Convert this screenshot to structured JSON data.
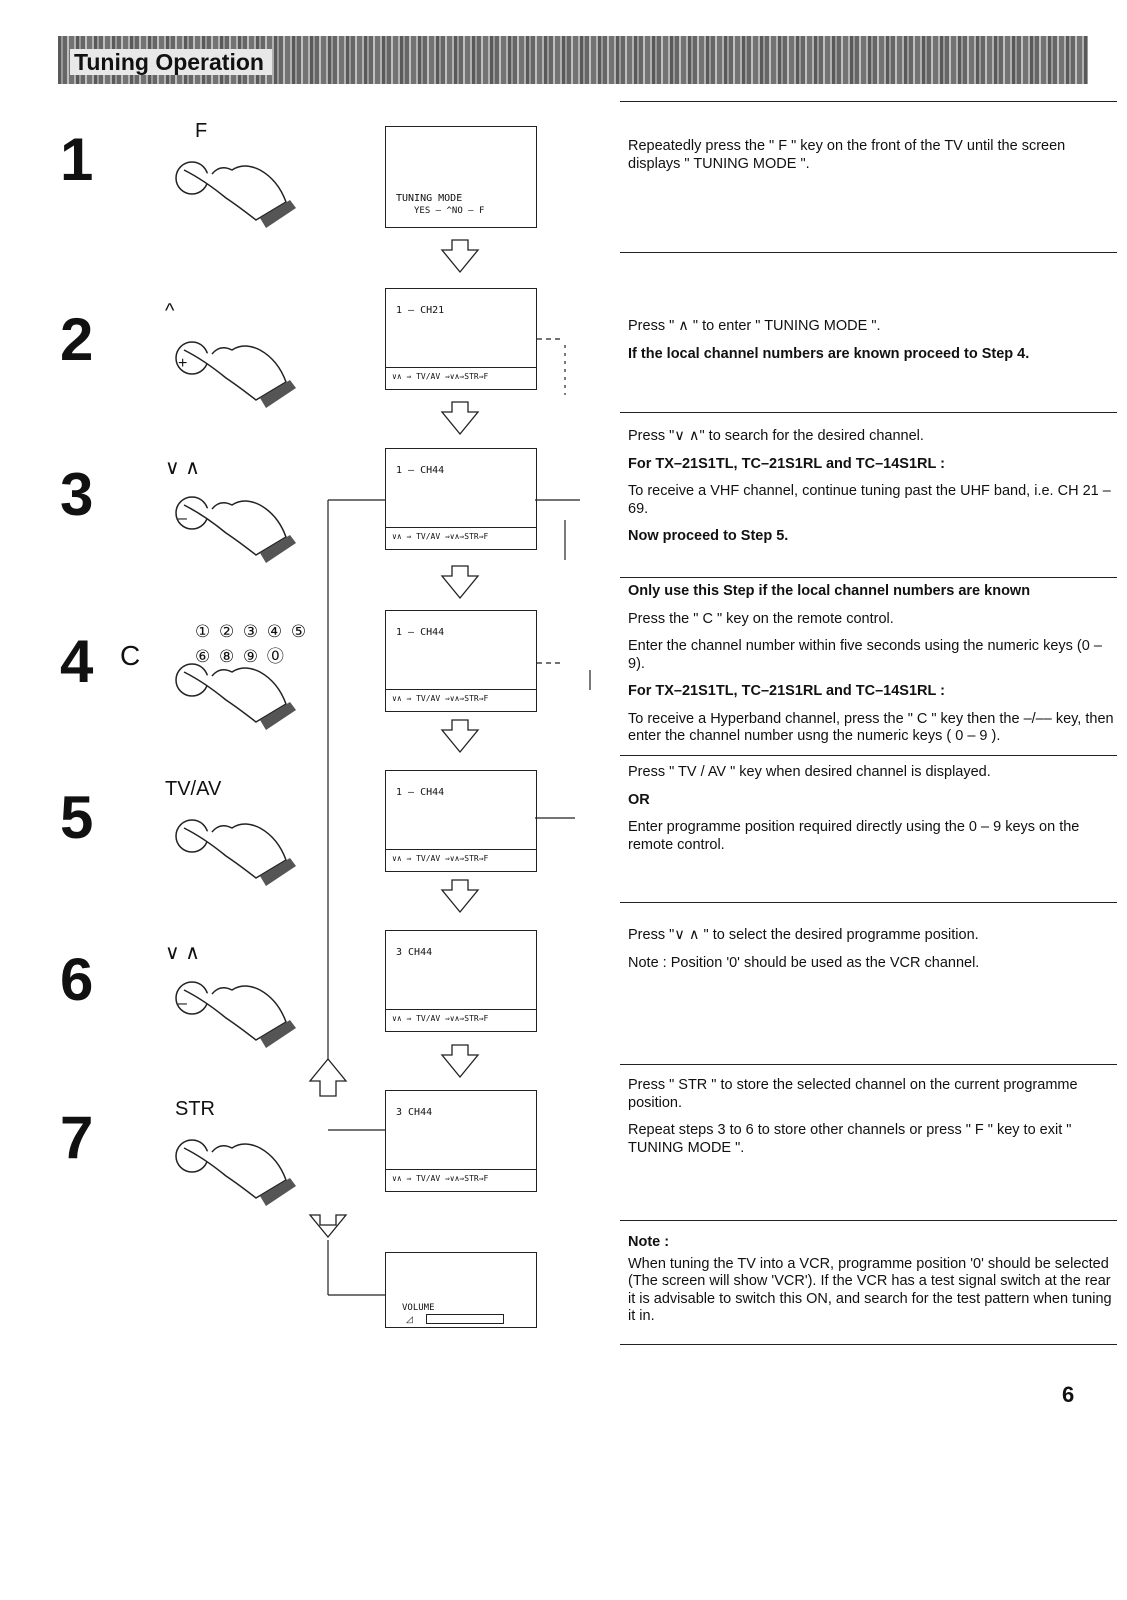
{
  "header": {
    "title": "Tuning Operation"
  },
  "steps": [
    {
      "num": "1",
      "key_label": "F",
      "sub_label": "",
      "screen": {
        "l1": "TUNING MODE",
        "l2": "YES – ^NO – F"
      },
      "paras": [
        {
          "t": "Repeatedly press the \" F \" key on the front of the TV until the screen displays \" TUNING MODE \".",
          "bold": false
        }
      ]
    },
    {
      "num": "2",
      "key_label": "^",
      "sub_label": "+",
      "screen": {
        "l1": "1 – CH21",
        "l2": "∨∧ ⇒ TV/AV ⇒∨∧⇒STR⇒F"
      },
      "paras": [
        {
          "t": "Press \" ∧ \" to enter \" TUNING MODE \".",
          "bold": false
        },
        {
          "t": "If the local channel numbers are known proceed to Step 4.",
          "bold": true
        }
      ]
    },
    {
      "num": "3",
      "key_label": "∨   ∧",
      "sub_label": "–",
      "screen": {
        "l1": "1 – CH44",
        "l2": "∨∧ ⇒ TV/AV ⇒∨∧⇒STR⇒F"
      },
      "paras": [
        {
          "t": "Press \"∨ ∧\" to search for the desired channel.",
          "bold": false
        },
        {
          "t": "For TX–21S1TL, TC–21S1RL and TC–14S1RL :",
          "bold": true
        },
        {
          "t": "To receive a VHF channel, continue tuning past the UHF band, i.e. CH 21 – 69.",
          "bold": false
        },
        {
          "t": "Now proceed to Step 5.",
          "bold": true
        }
      ]
    },
    {
      "num": "4",
      "key_label": "① ② ③ ④ ⑤ ⑥ ⑧ ⑨ ⓪",
      "sub_label": "C",
      "screen": {
        "l1": "1 – CH44",
        "l2": "∨∧ ⇒ TV/AV ⇒∨∧⇒STR⇒F"
      },
      "paras": [
        {
          "t": "Only use this Step if the local channel numbers are known",
          "bold": true
        },
        {
          "t": "Press the \" C \" key on the remote control.",
          "bold": false
        },
        {
          "t": "Enter the channel number within five seconds using the numeric keys (0 – 9).",
          "bold": false
        },
        {
          "t": "For TX–21S1TL, TC–21S1RL and TC–14S1RL :",
          "bold": true
        },
        {
          "t": "To receive a Hyperband channel, press the \" C \" key then the –/–– key, then enter the channel number usng the numeric keys ( 0 – 9 ).",
          "bold": false
        }
      ]
    },
    {
      "num": "5",
      "key_label": "TV/AV",
      "sub_label": "",
      "screen": {
        "l1": "1 – CH44",
        "l2": "∨∧ ⇒ TV/AV ⇒∨∧⇒STR⇒F"
      },
      "paras": [
        {
          "t": "Press \" TV / AV \" key when desired channel is displayed.",
          "bold": false
        },
        {
          "t": "OR",
          "bold": true
        },
        {
          "t": "Enter programme position required directly using the 0 – 9 keys on the remote control.",
          "bold": false
        }
      ]
    },
    {
      "num": "6",
      "key_label": "∨   ∧",
      "sub_label": "–",
      "screen": {
        "l1": "3  CH44",
        "l2": "∨∧ ⇒ TV/AV ⇒∨∧⇒STR⇒F"
      },
      "paras": [
        {
          "t": "Press \"∨ ∧ \"  to select the desired programme position.",
          "bold": false
        },
        {
          "t": "Note : Position '0' should be used as the VCR channel.",
          "bold": false
        }
      ]
    },
    {
      "num": "7",
      "key_label": "STR",
      "sub_label": "",
      "screen": {
        "l1": "3 CH44",
        "l2": "∨∧ ⇒ TV/AV ⇒∨∧⇒STR⇒F"
      },
      "paras": [
        {
          "t": "Press \" STR \" to store the selected channel on the current programme position.",
          "bold": false
        },
        {
          "t": "Repeat steps 3 to 6 to store other channels or press \" F \" key to exit \" TUNING MODE \".",
          "bold": false
        }
      ]
    }
  ],
  "final_screen": {
    "label": "VOLUME"
  },
  "note": {
    "title": "Note :",
    "text": "When tuning the TV into a VCR, programme position '0' should be selected (The screen will show 'VCR'). If the VCR has a test signal switch at the rear it is advisable to switch this ON, and search for the test pattern when tuning it in."
  },
  "page_number": "6"
}
